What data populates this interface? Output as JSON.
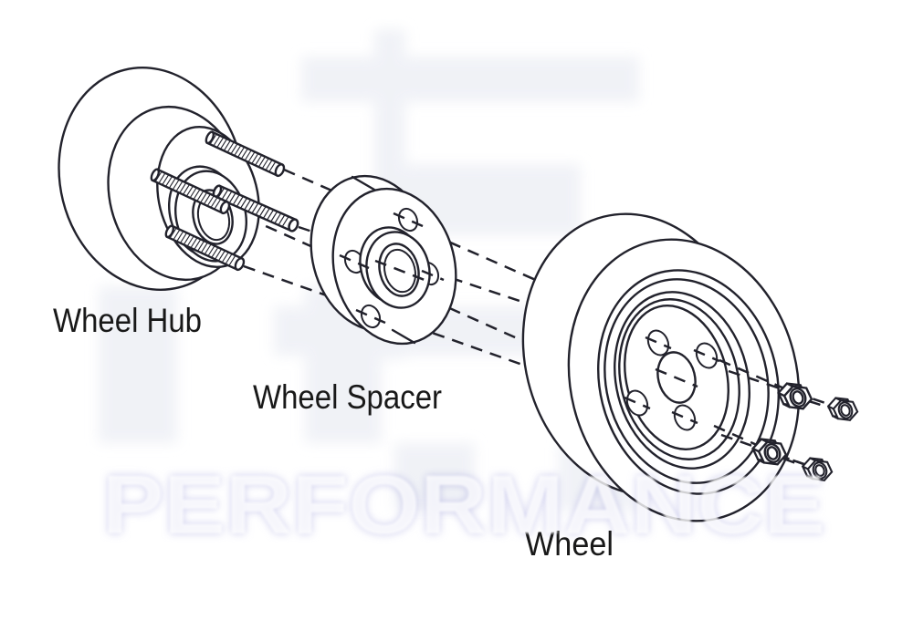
{
  "labels": {
    "hub": "Wheel Hub",
    "spacer": "Wheel Spacer",
    "wheel": "Wheel"
  },
  "watermark": {
    "text": "PERFORMANCE",
    "halo_color": "#cbcbec",
    "core_color": "#ffffff"
  },
  "style": {
    "line_color": "#22222c",
    "label_color": "#191919",
    "ghost_color": "#edeff5",
    "background": "#ffffff"
  }
}
